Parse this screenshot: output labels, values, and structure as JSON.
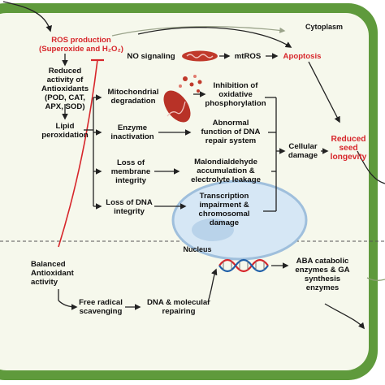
{
  "region_label": "Cytoplasm",
  "nucleus_label": "Nucleus",
  "nodes": {
    "ros": "ROS production\n(Superoxide and H₂O₂)",
    "reduced_antioxidants": "Reduced\nactivity of\nAntioxidants\n(POD, CAT,\nAPX, SOD)",
    "lipid_peroxidation": "Lipid\nperoxidation",
    "no_signaling": "NO signaling",
    "mtros": "mtROS",
    "apoptosis": "Apoptosis",
    "mito_degradation": "Mitochondrial\ndegradation",
    "inhibition_oxphos": "Inhibition of\noxidative\nphosphorylation",
    "enzyme_inactivation": "Enzyme\ninactivation",
    "abnormal_dna_repair": "Abnormal\nfunction of DNA\nrepair system",
    "membrane_integrity": "Loss of\nmembrane\nintegrity",
    "malondialdehyde": "Malondialdehyde\naccumulation &\nelectrolyte leakage",
    "dna_integrity": "Loss of DNA\nintegrity",
    "transcription": "Transcription\nimpairment &\nchromosomal\ndamage",
    "cellular_damage": "Cellular\ndamage",
    "reduced_longevity": "Reduced\nseed\nlongevity",
    "balanced_antioxidant": "Balanced\nAntioxidant\nactivity",
    "free_radical": "Free radical\nscavenging",
    "dna_repairing": "DNA & molecular\nrepairing",
    "aba_ga": "ABA catabolic\nenzymes & GA\nsynthesis\nenzymes"
  },
  "colors": {
    "cell_wall": "#5f9a3c",
    "cytoplasm": "#f6f8ec",
    "highlight_red": "#d7262b",
    "nucleus_fill": "#d6e7f5",
    "nucleus_edge": "#9fbfdc",
    "mitochondria": "#c0392b",
    "dna_red": "#d7262b",
    "dna_blue": "#1f5fa8"
  }
}
